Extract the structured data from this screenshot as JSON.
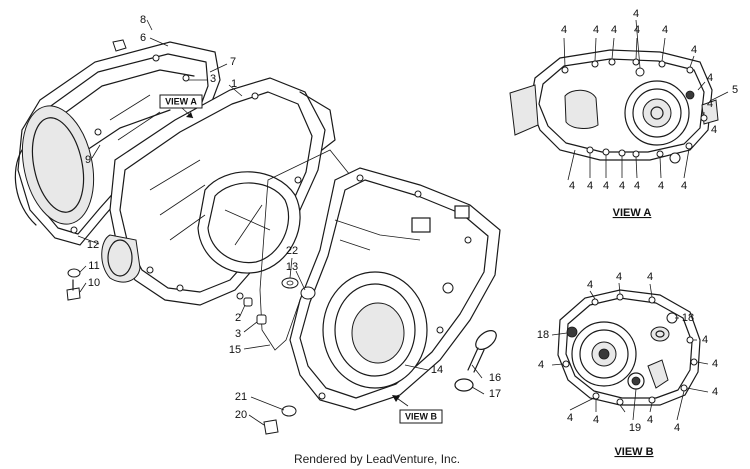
{
  "footer": "Rendered by LeadVenture, Inc.",
  "main_callouts": [
    {
      "id": "c8",
      "label": "8"
    },
    {
      "id": "c6",
      "label": "6"
    },
    {
      "id": "c7",
      "label": "7"
    },
    {
      "id": "c3a",
      "label": "3"
    },
    {
      "id": "c1",
      "label": "1"
    },
    {
      "id": "c9",
      "label": "9"
    },
    {
      "id": "c12",
      "label": "12"
    },
    {
      "id": "c11",
      "label": "11"
    },
    {
      "id": "c10",
      "label": "10"
    },
    {
      "id": "c22",
      "label": "22"
    },
    {
      "id": "c13",
      "label": "13"
    },
    {
      "id": "c2",
      "label": "2"
    },
    {
      "id": "c3b",
      "label": "3"
    },
    {
      "id": "c15",
      "label": "15"
    },
    {
      "id": "c14",
      "label": "14"
    },
    {
      "id": "c16",
      "label": "16"
    },
    {
      "id": "c17",
      "label": "17"
    },
    {
      "id": "c21",
      "label": "21"
    },
    {
      "id": "c20",
      "label": "20"
    }
  ],
  "tags": {
    "view_a": "VIEW A",
    "view_b": "VIEW B"
  },
  "view_a": {
    "title": "VIEW A",
    "callouts": [
      "4",
      "4",
      "4",
      "4",
      "4",
      "4",
      "4",
      "4",
      "4",
      "5",
      "4",
      "4",
      "4",
      "4",
      "4",
      "4",
      "4",
      "4"
    ]
  },
  "view_b": {
    "title": "VIEW B",
    "callouts": [
      "4",
      "4",
      "18",
      "18",
      "4",
      "4",
      "4",
      "4",
      "4",
      "4",
      "19",
      "4",
      "4",
      "4"
    ]
  }
}
